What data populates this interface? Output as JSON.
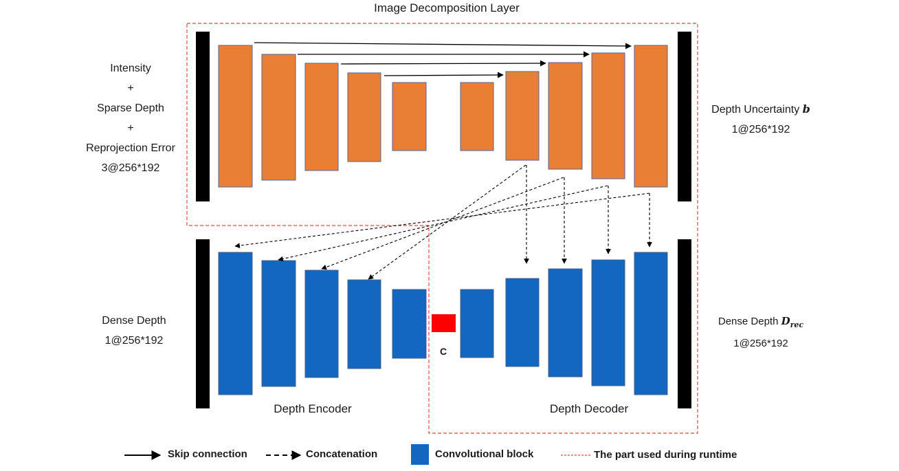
{
  "title": "Image Decomposition Layer",
  "input_top": {
    "line1": "Intensity",
    "plus1": "+",
    "line2": "Sparse Depth",
    "plus2": "+",
    "line3": "Reprojection Error",
    "line4": "3@256*192"
  },
  "output_top": {
    "name": "Depth Uncertainty",
    "symbol": "b",
    "size": "1@256*192"
  },
  "input_bottom": {
    "line1": "Dense Depth",
    "line2": "1@256*192"
  },
  "output_bottom": {
    "name": "Dense Depth",
    "symbol": "D",
    "subscript": "rec",
    "size": "1@256*192"
  },
  "concat_label": "C",
  "encoder_label": "Depth Encoder",
  "decoder_label": "Depth Decoder",
  "legend": {
    "skip": "Skip connection",
    "concat": "Concatenation",
    "conv": "Convolutional block",
    "runtime": "The part used during runtime"
  },
  "colors": {
    "orange": "#E97F32",
    "blue": "#1267C0",
    "red": "#FF0000",
    "dashed_red": "#F04040",
    "black": "#000000"
  }
}
